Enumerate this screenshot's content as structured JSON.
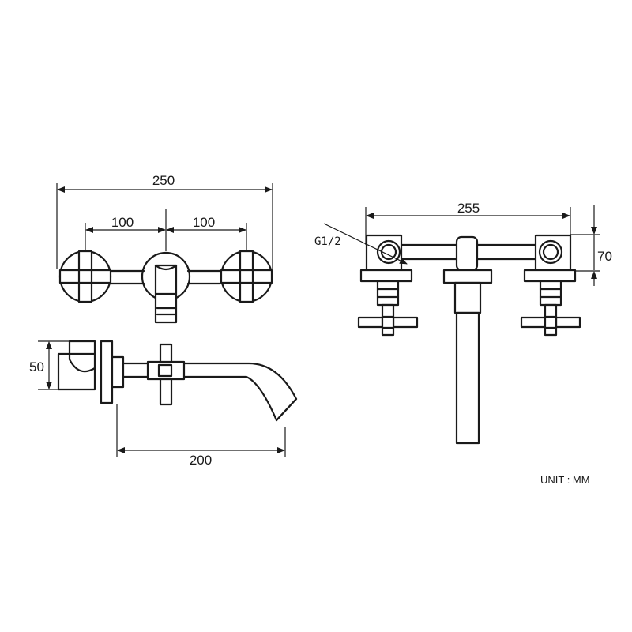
{
  "dimensions": {
    "front_total_width": "250",
    "front_left_spacing": "100",
    "front_right_spacing": "100",
    "side_height": "50",
    "side_spout_length": "200",
    "top_total_width": "255",
    "top_height": "70",
    "thread_size": "G1/2"
  },
  "unit_note": "UNIT : MM"
}
